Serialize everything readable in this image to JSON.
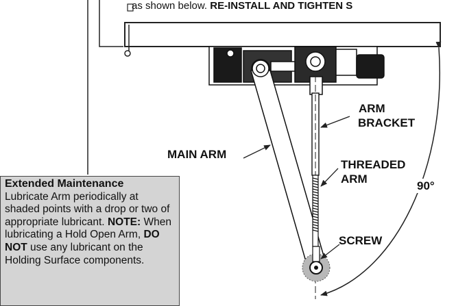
{
  "top_text": {
    "plain": "as shown below.",
    "bold": "RE-INSTALL AND TIGHTEN S"
  },
  "labels": {
    "arm_bracket_line1": "ARM",
    "arm_bracket_line2": "BRACKET",
    "main_arm": "MAIN ARM",
    "threaded_arm_line1": "THREADED",
    "threaded_arm_line2": "ARM",
    "angle": "90°",
    "screw": "SCREW"
  },
  "maintenance": {
    "title": "Extended Maintenance",
    "text1": "Lubricate Arm periodically at shaded points with a drop or two of appropriate lubricant.",
    "note_label": "NOTE:",
    "text2": "When lubricating a Hold Open Arm,",
    "do_not": "DO NOT",
    "text3": "use any lubricant on the Holding Surface components."
  },
  "colors": {
    "box_fill": "#d4d4d4",
    "lubricant_shade": "#b8b8b8",
    "line": "#222222"
  }
}
